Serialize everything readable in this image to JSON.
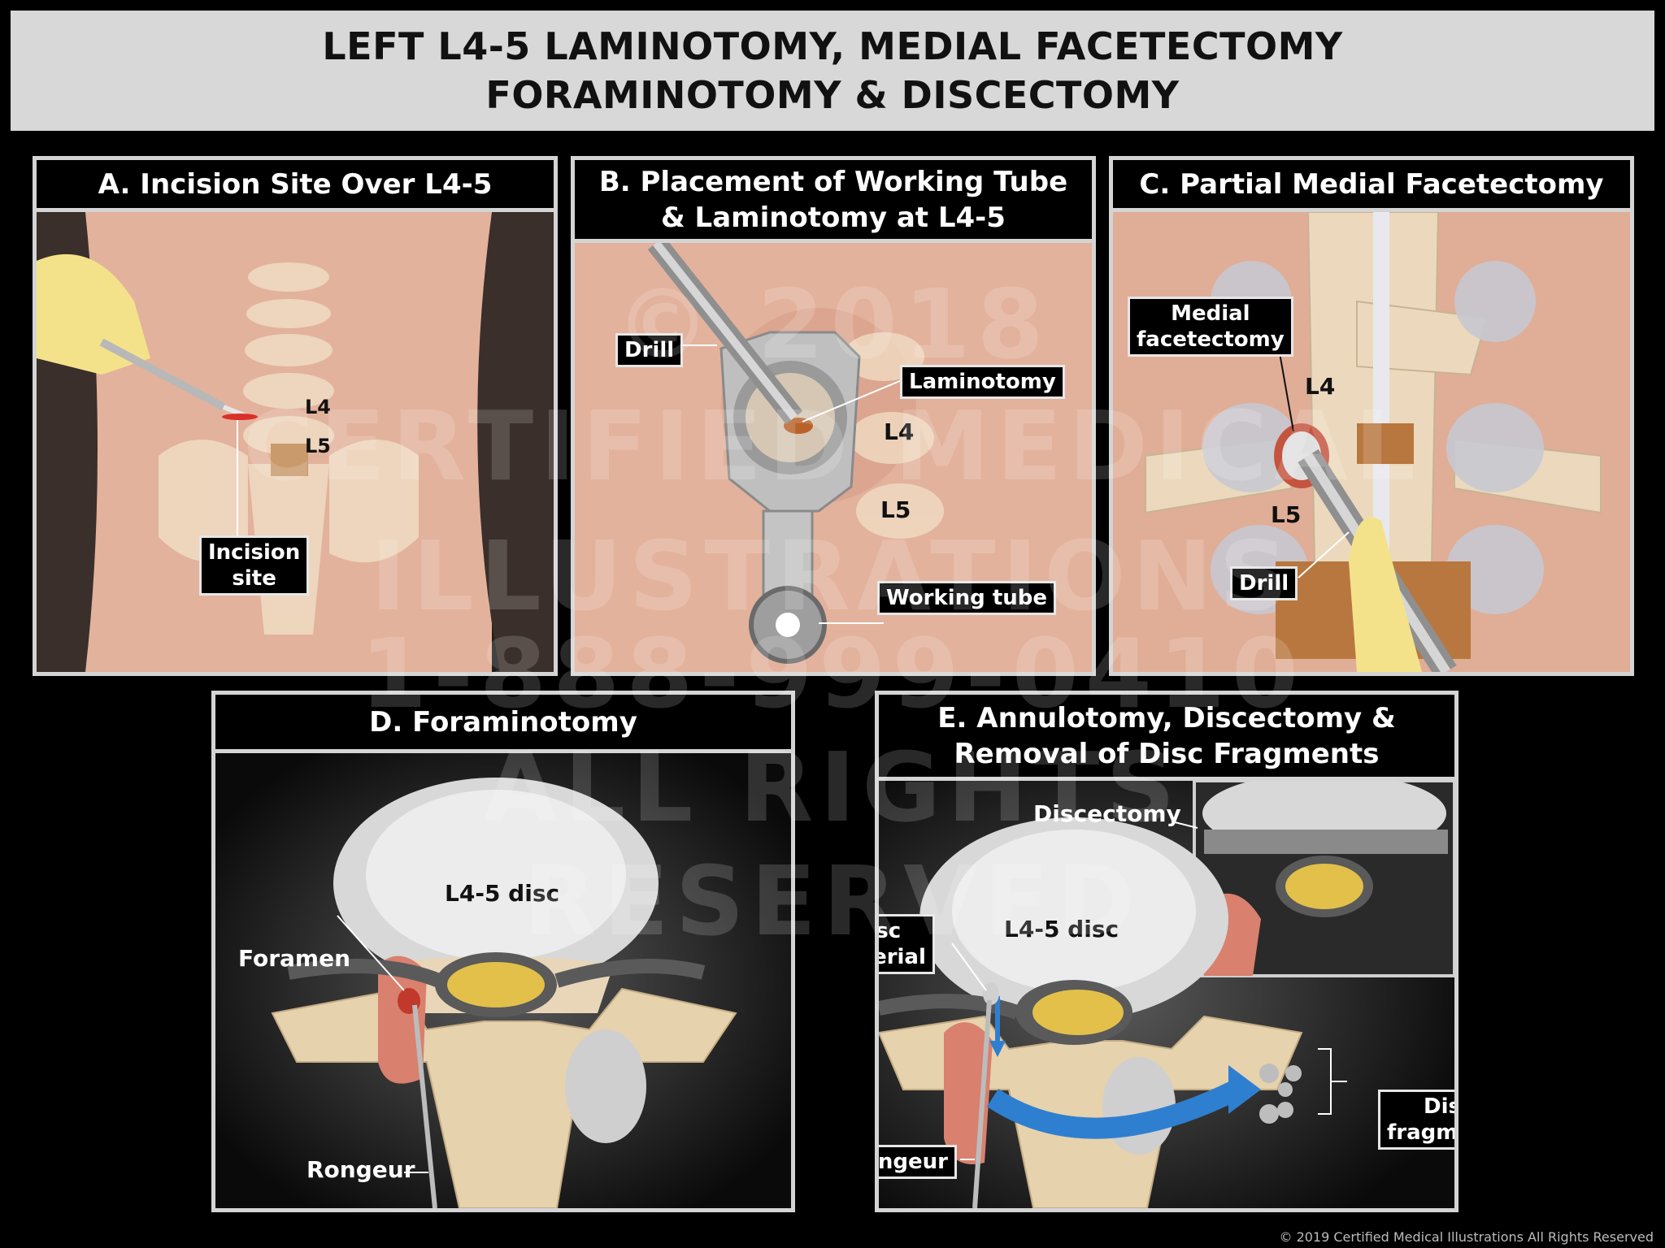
{
  "title": {
    "line1": "LEFT L4-5 LAMINOTOMY, MEDIAL FACETECTOMY",
    "line2": "FORAMINOTOMY & DISCECTOMY"
  },
  "panels": {
    "a": {
      "title": "A. Incision Site Over L4-5",
      "labels": {
        "l4": "L4",
        "l5": "L5",
        "incision_line1": "Incision",
        "incision_line2": "site"
      }
    },
    "b": {
      "title_line1": "B. Placement of Working Tube",
      "title_line2": "& Laminotomy at L4-5",
      "labels": {
        "drill": "Drill",
        "laminotomy": "Laminotomy",
        "l4": "L4",
        "l5": "L5",
        "working_tube": "Working tube"
      }
    },
    "c": {
      "title": "C. Partial Medial Facetectomy",
      "labels": {
        "medial_line1": "Medial",
        "medial_line2": "facetectomy",
        "l4": "L4",
        "l5": "L5",
        "drill": "Drill"
      }
    },
    "d": {
      "title": "D. Foraminotomy",
      "labels": {
        "disc": "L4-5 disc",
        "foramen": "Foramen",
        "rongeur": "Rongeur"
      }
    },
    "e": {
      "title_line1": "E. Annulotomy, Discectomy &",
      "title_line2": "Removal of Disc Fragments",
      "labels": {
        "discectomy": "Discectomy",
        "disc_material_line1": "Disc",
        "disc_material_line2": "material",
        "disc": "L4-5 disc",
        "rongeur": "Rongeur",
        "fragments_line1": "Disc",
        "fragments_line2": "fragments"
      }
    }
  },
  "watermark": {
    "line1": "© 2018",
    "line2": "CERTIFIED MEDICAL",
    "line3": "ILLUSTRATIONS",
    "line4": "1-888-999-0410",
    "line5": "ALL RIGHTS",
    "line6": "RESERVED"
  },
  "footer": {
    "copyright": "© 2019 Certified Medical Illustrations All Rights Reserved"
  },
  "colors": {
    "skin": "#e8b9a3",
    "bone": "#e9d6b8",
    "disc": "#c9a47c",
    "blood": "#c0392b",
    "blue_arrow": "#2f7fd0",
    "panel_border": "#d4d4d4"
  }
}
